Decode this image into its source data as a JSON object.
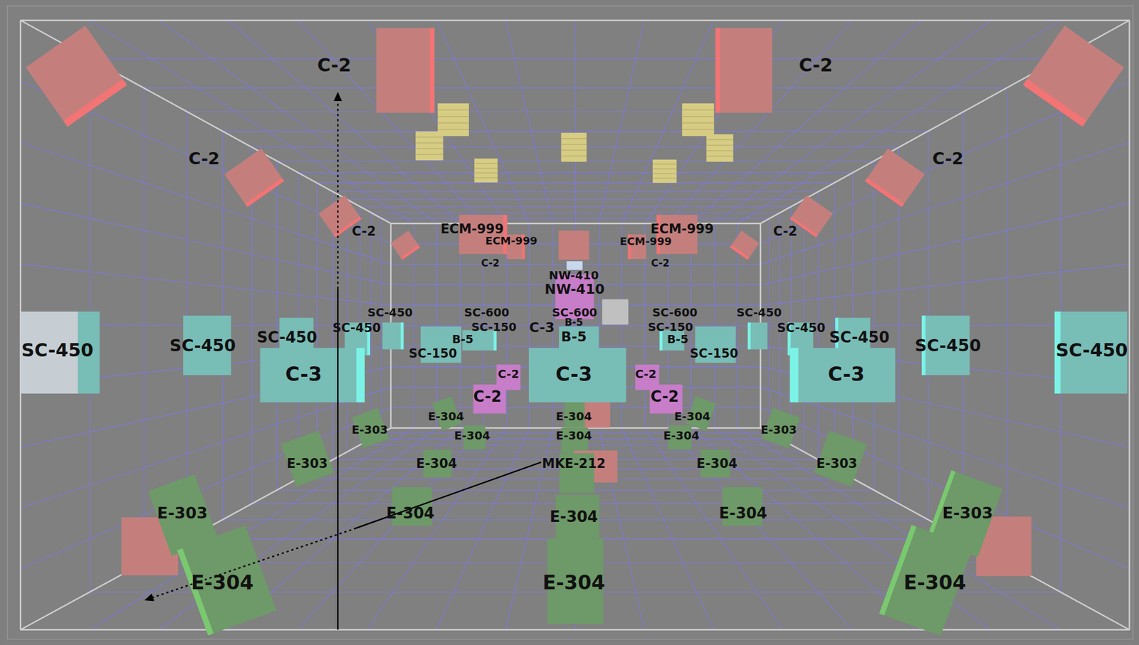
{
  "diagram": {
    "labels": [
      "C-2",
      "C-2",
      "C-2",
      "C-2",
      "C-2",
      "ECM-999",
      "ECM-999",
      "C-2",
      "ECM-999",
      "ECM-999",
      "C-2",
      "C-2",
      "NW-410",
      "NW-410",
      "SC-450",
      "SC-600",
      "SC-600",
      "SC-600",
      "SC-450",
      "B-5",
      "SC-450",
      "SC-150",
      "C-3",
      "SC-150",
      "SC-450",
      "SC-450",
      "B-5",
      "SC-450",
      "B-5",
      "B-5",
      "SC-450",
      "SC-450",
      "SC-450",
      "SC-450",
      "SC-150",
      "SC-150",
      "C-3",
      "C-2",
      "C-3",
      "C-2",
      "C-3",
      "C-2",
      "C-2",
      "E-304",
      "E-304",
      "E-304",
      "E-303",
      "E-303",
      "E-304",
      "E-304",
      "E-304",
      "E-303",
      "E-304",
      "MKE-212",
      "E-304",
      "E-303",
      "E-303",
      "E-304",
      "E-304",
      "E-304",
      "E-303",
      "E-304",
      "E-304",
      "E-304"
    ]
  }
}
